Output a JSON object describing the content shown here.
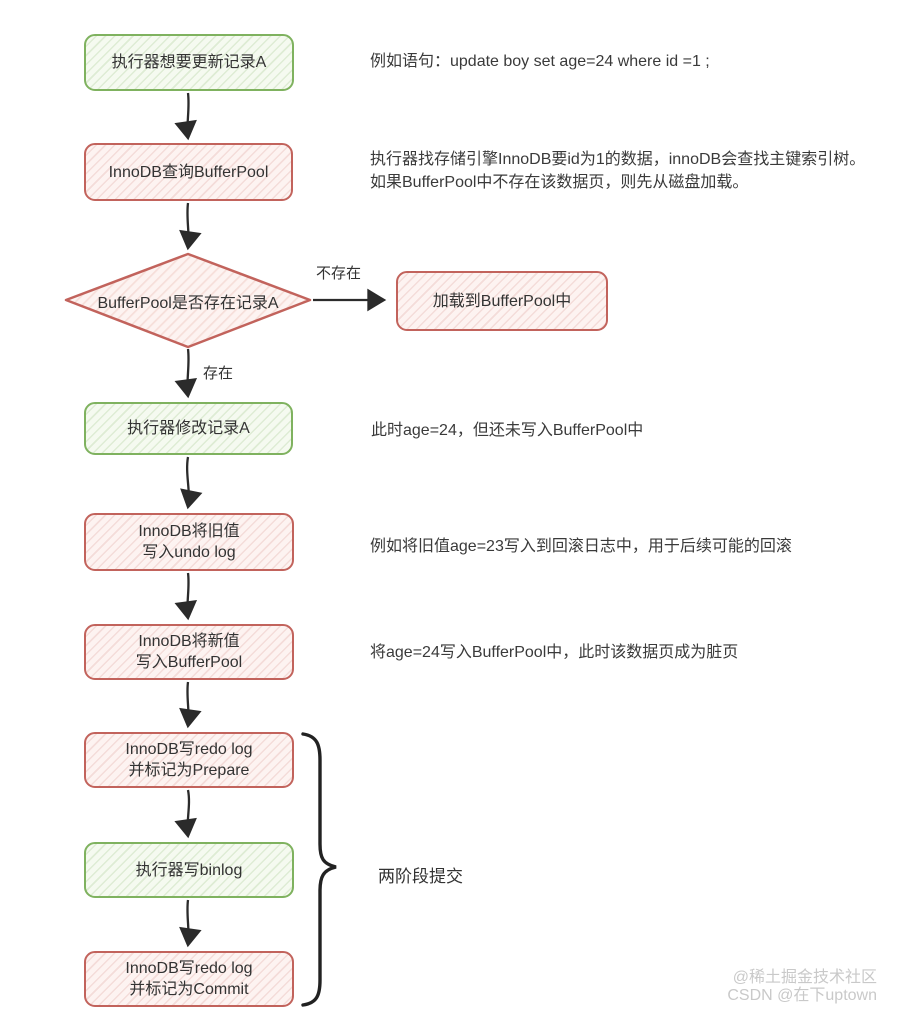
{
  "flow": {
    "nodes": [
      {
        "id": "update-record",
        "type": "green",
        "label": "执行器想要更新记录A"
      },
      {
        "id": "query-bufferpool",
        "type": "red",
        "label": "InnoDB查询BufferPool"
      },
      {
        "id": "decision-exists",
        "type": "diamond",
        "label": "BufferPool是否存在记录A"
      },
      {
        "id": "load-bufferpool",
        "type": "red",
        "label": "加载到BufferPool中"
      },
      {
        "id": "modify-record",
        "type": "green",
        "label": "执行器修改记录A"
      },
      {
        "id": "write-undolog",
        "type": "red",
        "label": "InnoDB将旧值\n写入undo log"
      },
      {
        "id": "write-bufferpool",
        "type": "red",
        "label": "InnoDB将新值\n写入BufferPool"
      },
      {
        "id": "redolog-prepare",
        "type": "red",
        "label": "InnoDB写redo log\n并标记为Prepare"
      },
      {
        "id": "write-binlog",
        "type": "green",
        "label": "执行器写binlog"
      },
      {
        "id": "redolog-commit",
        "type": "red",
        "label": "InnoDB写redo log\n并标记为Commit"
      }
    ],
    "edge_labels": {
      "not_exists": "不存在",
      "exists": "存在"
    },
    "brace_label": "两阶段提交"
  },
  "annotations": [
    {
      "text": "例如语句：update boy set age=24 where id =1 ;"
    },
    {
      "text": "执行器找存储引擎InnoDB要id为1的数据，innoDB会查找主键索引树。\n如果BufferPool中不存在该数据页，则先从磁盘加载。"
    },
    {
      "text": "此时age=24，但还未写入BufferPool中"
    },
    {
      "text": "例如将旧值age=23写入到回滚日志中，用于后续可能的回滚"
    },
    {
      "text": "将age=24写入BufferPool中，此时该数据页成为脏页"
    }
  ],
  "watermark": {
    "line1": "@稀土掘金技术社区",
    "line2": "CSDN @在下uptown"
  },
  "colors": {
    "green_border": "#7fb25f",
    "green_fill": "#f5faf0",
    "red_border": "#c2635c",
    "red_fill": "#fdf3f1",
    "arrow": "#2b2b2b",
    "text": "#333333",
    "watermark": "#c9c9c9"
  }
}
